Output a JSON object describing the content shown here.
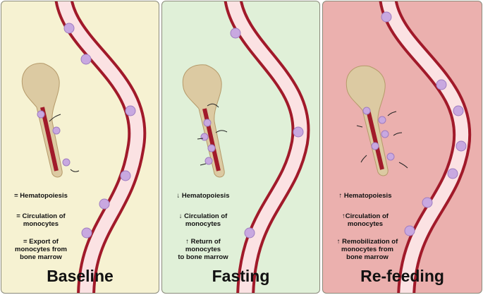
{
  "colors": {
    "baseline_bg": "#f6f2d2",
    "fasting_bg": "#e0f0d8",
    "refeeding_bg": "#ebb0ae",
    "vessel_wall": "#a11a2a",
    "vessel_lumen": "#fbe2e3",
    "monocyte": "#c8a8e0",
    "bone": "#dccaa2"
  },
  "panels": [
    {
      "title": "Baseline",
      "notes": [
        "= Hematopoiesis",
        "= Circulation of\nmonocytes",
        "= Export of\nmonocytes from\nbone marrow"
      ]
    },
    {
      "title": "Fasting",
      "notes": [
        "↓ Hematopoiesis",
        "↓ Circulation of\nmonocytes",
        "↑ Return of\nmonocytes\nto bone marrow"
      ]
    },
    {
      "title": "Re-feeding",
      "notes": [
        "↑ Hematopoiesis",
        "↑Circulation of\nmonocytes",
        "↑ Remobilization of\nmonocytes from\nbone marrow"
      ]
    }
  ]
}
